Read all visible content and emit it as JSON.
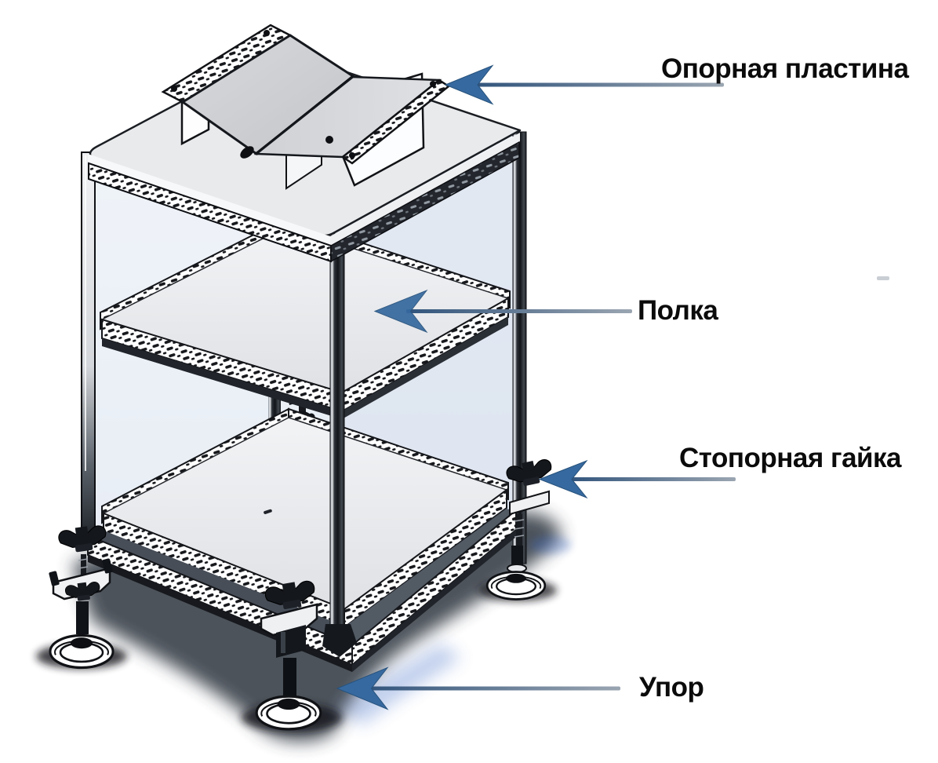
{
  "page": {
    "background": "#ffffff"
  },
  "callouts": {
    "support_plate": {
      "text": "Опорная пластина"
    },
    "shelf": {
      "text": "Полка"
    },
    "lock_nut": {
      "text": "Стопорная гайка"
    },
    "stop": {
      "text": "Упор"
    }
  },
  "colors": {
    "arrow_head": "#36699f",
    "leader_dark": "#31547c",
    "leader_light": "#9aa5b1",
    "label_text": "#0b0b0b"
  }
}
